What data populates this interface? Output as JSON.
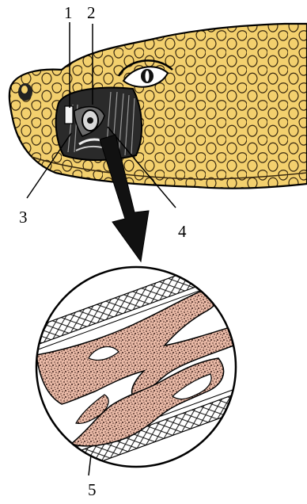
{
  "figure": {
    "labels": [
      "1",
      "2",
      "3",
      "4",
      "5"
    ],
    "colors": {
      "scales_fill": "#f3d06e",
      "scales_outline": "#3a2a10",
      "pit_dark": "#1a1a1a",
      "tissue_fill": "#e9b9a6",
      "tissue_speckle": "#3b1f1a",
      "magnify_background": "#ffffff",
      "stroke": "#000000"
    },
    "icons": [
      "snake-head-illustration",
      "downward-arrow-icon",
      "magnifier-circle"
    ]
  }
}
